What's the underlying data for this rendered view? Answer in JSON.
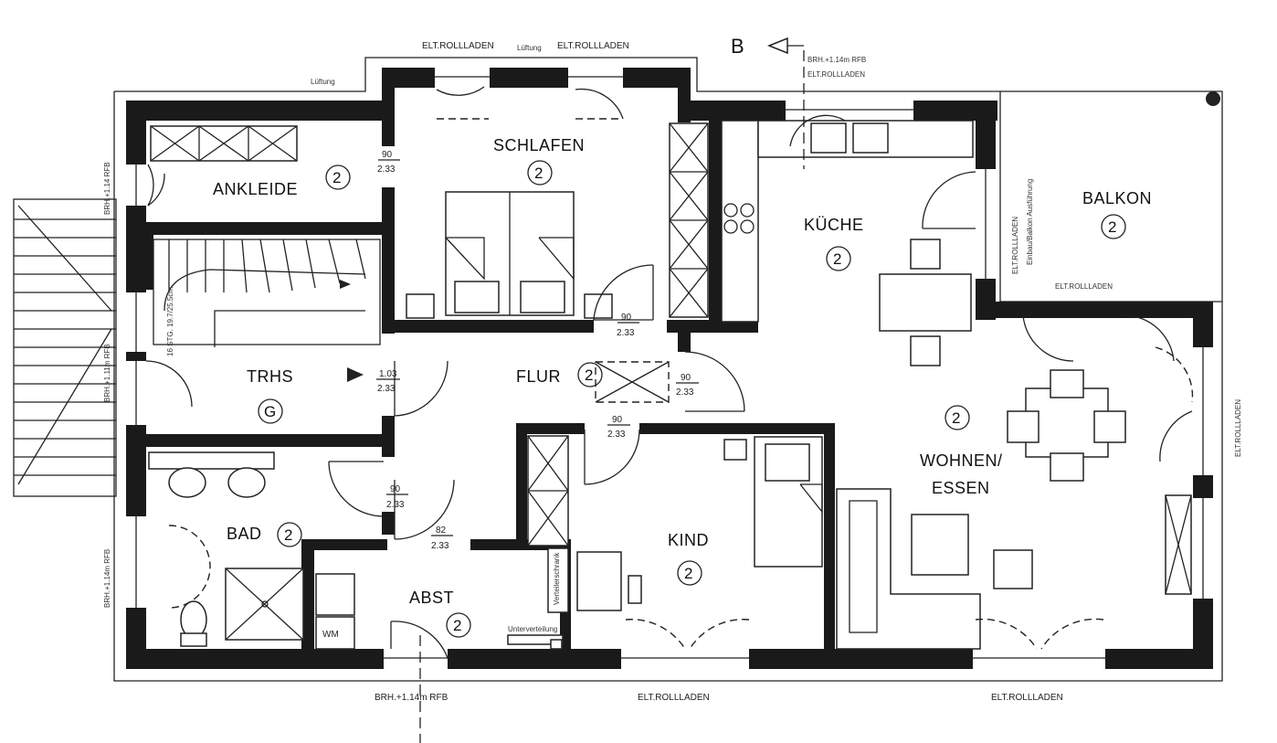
{
  "rooms": {
    "ankleide": {
      "name": "ANKLEIDE",
      "badge": "2",
      "dim_top": "90",
      "dim_bottom": "2.33"
    },
    "schlafen": {
      "name": "SCHLAFEN",
      "badge": "2",
      "dim_top": "90",
      "dim_bottom": "2.33"
    },
    "kueche": {
      "name": "KÜCHE",
      "badge": "2"
    },
    "balkon": {
      "name": "BALKON",
      "badge": "2",
      "note_vertical": "ELT.ROLLLADEN",
      "note_vertical2": "Einbau/Balkon Ausführung"
    },
    "trhs": {
      "name": "TRHS",
      "badge": "G",
      "dim_top": "1.03",
      "dim_bottom": "2.33"
    },
    "flur": {
      "name": "FLUR",
      "badge": "2",
      "dim_top": "90",
      "dim_bottom": "2.33"
    },
    "wohnen": {
      "name_line1": "WOHNEN/",
      "name_line2": "ESSEN",
      "badge": "2"
    },
    "bad": {
      "name": "BAD",
      "badge": "2",
      "dim_top": "90",
      "dim_bottom": "2.33"
    },
    "abst": {
      "name": "ABST",
      "badge": "2",
      "dim_top": "82",
      "dim_bottom": "2.33",
      "wm": "WM"
    },
    "kind": {
      "name": "KIND",
      "badge": "2",
      "dim_top": "90",
      "dim_bottom": "2.33"
    }
  },
  "annotations": {
    "top_left_rollladen": "ELT.ROLLLADEN",
    "top_mid_small": "Lüftung",
    "top_right_rollladen": "ELT.ROLLLADEN",
    "section_b": "B",
    "brh_top": "BRH.+1.14m RFB",
    "rollladen_kueche": "ELT.ROLLLADEN",
    "balkon_rollladen": "ELT.ROLLLADEN",
    "right_rollladen": "ELT.ROLLLADEN",
    "bottom_brh": "BRH.+1.14m RFB",
    "bottom_mid_rollladen": "ELT.ROLLLADEN",
    "bottom_right_rollladen": "ELT.ROLLLADEN",
    "left_brh_top": "BRH.+1.14 RFB",
    "left_brh_mid": "BRH.+1.11m RFB",
    "left_brh_bad": "BRH.+1.14m RFB",
    "stair_note": "16 STG. 19.7/25.5cm",
    "flur_dim_right_top": "90",
    "flur_dim_right_bottom": "2.33",
    "flur_dim_low_top": "90",
    "flur_dim_low_bottom": "2.33",
    "abst_vertical": "Verteilerschrank",
    "abst_label2": "Unterverteilung",
    "lueftung": "Lüftung"
  }
}
